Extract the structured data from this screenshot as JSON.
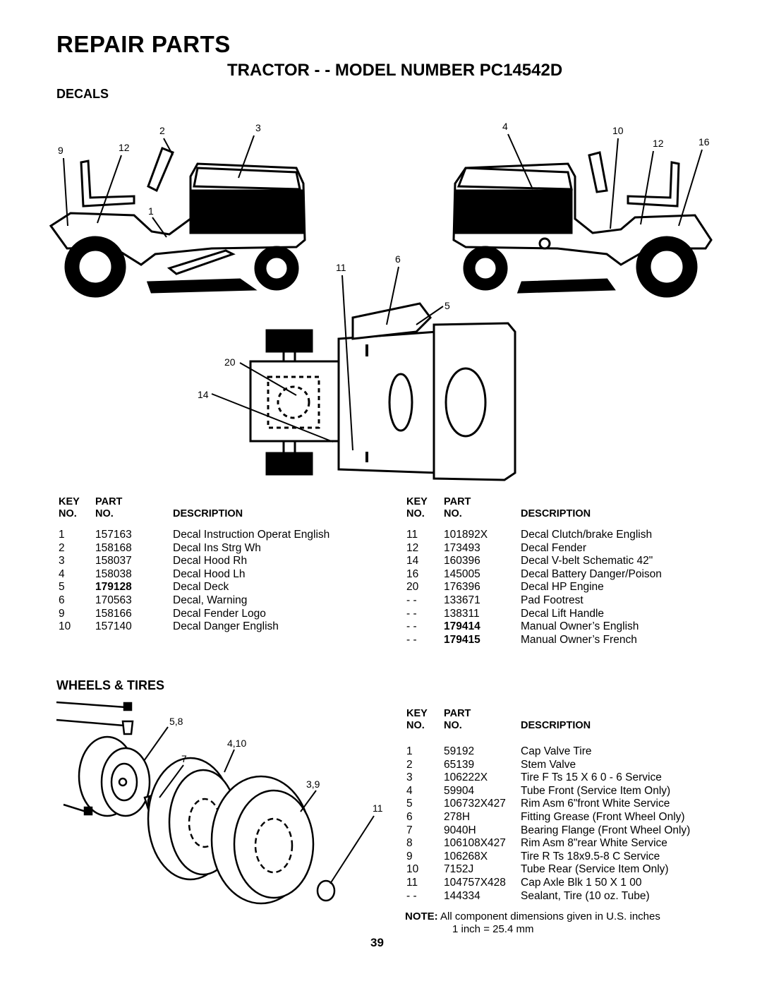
{
  "page": {
    "title": "REPAIR PARTS",
    "subtitle": "TRACTOR - - MODEL NUMBER PC14542D",
    "page_number": "39"
  },
  "decals": {
    "heading": "DECALS",
    "callouts": [
      "2",
      "3",
      "9",
      "12",
      "1",
      "4",
      "10",
      "12",
      "16",
      "11",
      "6",
      "5",
      "20",
      "14"
    ],
    "headers": {
      "key1": "KEY",
      "key2": "NO.",
      "part1": "PART",
      "part2": "NO.",
      "desc": "DESCRIPTION"
    },
    "left_rows": [
      {
        "key": "1",
        "part": "157163",
        "desc": "Decal Instruction Operat English",
        "bold": false
      },
      {
        "key": "2",
        "part": "158168",
        "desc": "Decal Ins Strg Wh",
        "bold": false
      },
      {
        "key": "3",
        "part": "158037",
        "desc": "Decal Hood Rh",
        "bold": false
      },
      {
        "key": "4",
        "part": "158038",
        "desc": "Decal Hood Lh",
        "bold": false
      },
      {
        "key": "5",
        "part": "179128",
        "desc": "Decal Deck",
        "bold": true
      },
      {
        "key": "6",
        "part": "170563",
        "desc": "Decal, Warning",
        "bold": false
      },
      {
        "key": "9",
        "part": "158166",
        "desc": "Decal Fender Logo",
        "bold": false
      },
      {
        "key": "10",
        "part": "157140",
        "desc": "Decal Danger English",
        "bold": false
      }
    ],
    "right_rows": [
      {
        "key": "11",
        "part": "101892X",
        "desc": "Decal Clutch/brake English",
        "bold": false
      },
      {
        "key": "12",
        "part": "173493",
        "desc": "Decal Fender",
        "bold": false
      },
      {
        "key": "14",
        "part": "160396",
        "desc": "Decal V-belt Schematic 42\"",
        "bold": false
      },
      {
        "key": "16",
        "part": "145005",
        "desc": "Decal Battery Danger/Poison",
        "bold": false
      },
      {
        "key": "20",
        "part": "176396",
        "desc": "Decal HP Engine",
        "bold": false
      },
      {
        "key": "- -",
        "part": "133671",
        "desc": "Pad Footrest",
        "bold": false
      },
      {
        "key": "- -",
        "part": "138311",
        "desc": "Decal Lift Handle",
        "bold": false
      },
      {
        "key": "- -",
        "part": "179414",
        "desc": "Manual Owner’s English",
        "bold": true
      },
      {
        "key": "- -",
        "part": "179415",
        "desc": "Manual Owner’s French",
        "bold": true
      }
    ]
  },
  "wheels": {
    "heading": "WHEELS & TIRES",
    "callouts": [
      "5,8",
      "4,10",
      "7",
      "3,9",
      "11"
    ],
    "rows": [
      {
        "key": "1",
        "part": "59192",
        "desc": "Cap Valve Tire"
      },
      {
        "key": "2",
        "part": "65139",
        "desc": "Stem Valve"
      },
      {
        "key": "3",
        "part": "106222X",
        "desc": "Tire F Ts 15 X 6 0 - 6 Service"
      },
      {
        "key": "4",
        "part": "59904",
        "desc": "Tube  Front (Service Item Only)"
      },
      {
        "key": "5",
        "part": "106732X427",
        "desc": "Rim Asm 6\"front White Service"
      },
      {
        "key": "6",
        "part": "278H",
        "desc": "Fitting Grease (Front Wheel Only)"
      },
      {
        "key": "7",
        "part": "9040H",
        "desc": "Bearing Flange (Front Wheel Only)"
      },
      {
        "key": "8",
        "part": "106108X427",
        "desc": "Rim Asm 8\"rear White Service"
      },
      {
        "key": "9",
        "part": "106268X",
        "desc": "Tire R Ts 18x9.5-8 C Service"
      },
      {
        "key": "10",
        "part": "7152J",
        "desc": "Tube Rear (Service Item Only)"
      },
      {
        "key": "11",
        "part": "104757X428",
        "desc": "Cap Axle Blk 1 50 X 1 00"
      },
      {
        "key": "- -",
        "part": "144334",
        "desc": "Sealant, Tire (10 oz. Tube)"
      }
    ],
    "note_label": "NOTE:",
    "note_line1": "All component dimensions given in U.S. inches",
    "note_line2": "1 inch = 25.4 mm"
  }
}
